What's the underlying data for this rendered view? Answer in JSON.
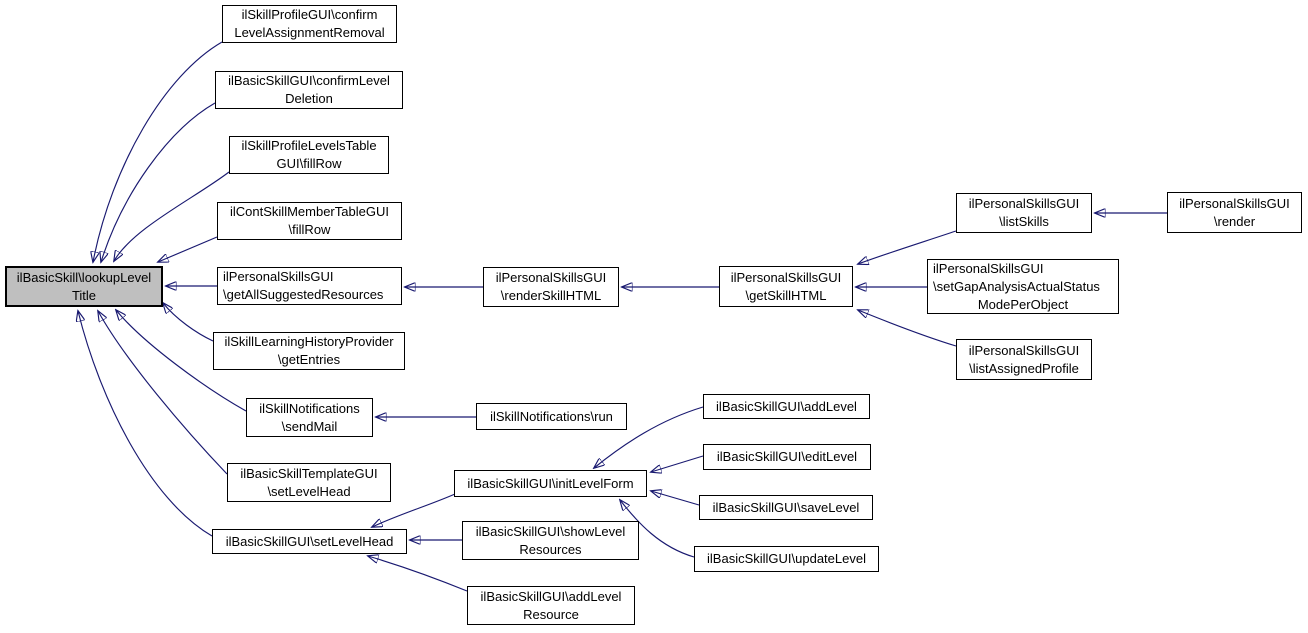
{
  "diagram": {
    "kind": "caller-graph",
    "focus_node_id": "lookup",
    "colors": {
      "edge": "#191970",
      "node_border": "#000000",
      "node_fill": "#ffffff",
      "focus_node_fill": "#bfbfbf",
      "text": "#000000",
      "background": "#ffffff"
    },
    "nodes": {
      "lookup": {
        "lines": [
          "ilBasicSkill\\lookupLevel",
          "Title"
        ]
      },
      "confirm_removal": {
        "lines": [
          "ilSkillProfileGUI\\confirm",
          "LevelAssignmentRemoval"
        ]
      },
      "confirm_deletion": {
        "lines": [
          "ilBasicSkillGUI\\confirmLevel",
          "Deletion"
        ]
      },
      "profile_levels_fillrow": {
        "lines": [
          "ilSkillProfileLevelsTable",
          "GUI\\fillRow"
        ]
      },
      "cont_fillrow": {
        "lines": [
          "ilContSkillMemberTableGUI",
          "\\fillRow"
        ]
      },
      "get_all_suggested": {
        "lines": [
          "ilPersonalSkillsGUI",
          "\\getAllSuggestedResources"
        ]
      },
      "get_entries": {
        "lines": [
          "ilSkillLearningHistoryProvider",
          "\\getEntries"
        ]
      },
      "send_mail": {
        "lines": [
          "ilSkillNotifications",
          "\\sendMail"
        ]
      },
      "tpl_set_level_head": {
        "lines": [
          "ilBasicSkillTemplateGUI",
          "\\setLevelHead"
        ]
      },
      "gui_set_level_head": {
        "lines": [
          "ilBasicSkillGUI\\setLevelHead"
        ]
      },
      "render_skill_html": {
        "lines": [
          "ilPersonalSkillsGUI",
          "\\renderSkillHTML"
        ]
      },
      "get_skill_html": {
        "lines": [
          "ilPersonalSkillsGUI",
          "\\getSkillHTML"
        ]
      },
      "list_skills": {
        "lines": [
          "ilPersonalSkillsGUI",
          "\\listSkills"
        ]
      },
      "set_gap": {
        "lines": [
          "ilPersonalSkillsGUI",
          "\\setGapAnalysisActualStatus",
          "ModePerObject"
        ]
      },
      "list_assigned": {
        "lines": [
          "ilPersonalSkillsGUI",
          "\\listAssignedProfile"
        ]
      },
      "render": {
        "lines": [
          "ilPersonalSkillsGUI",
          "\\render"
        ]
      },
      "run": {
        "lines": [
          "ilSkillNotifications\\run"
        ]
      },
      "init_level_form": {
        "lines": [
          "ilBasicSkillGUI\\initLevelForm"
        ]
      },
      "show_level_resources": {
        "lines": [
          "ilBasicSkillGUI\\showLevel",
          "Resources"
        ]
      },
      "add_level_resource": {
        "lines": [
          "ilBasicSkillGUI\\addLevel",
          "Resource"
        ]
      },
      "add_level": {
        "lines": [
          "ilBasicSkillGUI\\addLevel"
        ]
      },
      "edit_level": {
        "lines": [
          "ilBasicSkillGUI\\editLevel"
        ]
      },
      "save_level": {
        "lines": [
          "ilBasicSkillGUI\\saveLevel"
        ]
      },
      "update_level": {
        "lines": [
          "ilBasicSkillGUI\\updateLevel"
        ]
      }
    },
    "edges": [
      {
        "from": "confirm_removal",
        "to": "lookup"
      },
      {
        "from": "confirm_deletion",
        "to": "lookup"
      },
      {
        "from": "profile_levels_fillrow",
        "to": "lookup"
      },
      {
        "from": "cont_fillrow",
        "to": "lookup"
      },
      {
        "from": "get_all_suggested",
        "to": "lookup"
      },
      {
        "from": "get_entries",
        "to": "lookup"
      },
      {
        "from": "send_mail",
        "to": "lookup"
      },
      {
        "from": "tpl_set_level_head",
        "to": "lookup"
      },
      {
        "from": "gui_set_level_head",
        "to": "lookup"
      },
      {
        "from": "render_skill_html",
        "to": "get_all_suggested"
      },
      {
        "from": "get_skill_html",
        "to": "render_skill_html"
      },
      {
        "from": "list_skills",
        "to": "get_skill_html"
      },
      {
        "from": "set_gap",
        "to": "get_skill_html"
      },
      {
        "from": "list_assigned",
        "to": "get_skill_html"
      },
      {
        "from": "render",
        "to": "list_skills"
      },
      {
        "from": "run",
        "to": "send_mail"
      },
      {
        "from": "init_level_form",
        "to": "gui_set_level_head"
      },
      {
        "from": "show_level_resources",
        "to": "gui_set_level_head"
      },
      {
        "from": "add_level_resource",
        "to": "gui_set_level_head"
      },
      {
        "from": "add_level",
        "to": "init_level_form"
      },
      {
        "from": "edit_level",
        "to": "init_level_form"
      },
      {
        "from": "save_level",
        "to": "init_level_form"
      },
      {
        "from": "update_level",
        "to": "init_level_form"
      }
    ]
  }
}
